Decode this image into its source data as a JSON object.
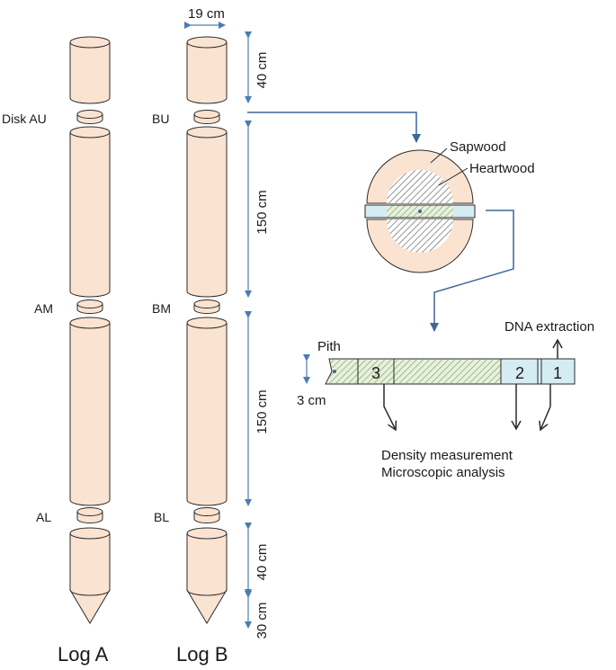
{
  "logs": [
    {
      "label": "Log A",
      "disks": {
        "upper": "Disk AU",
        "middle": "AM",
        "lower": "AL"
      }
    },
    {
      "label": "Log B",
      "disks": {
        "upper": "BU",
        "middle": "BM",
        "lower": "BL"
      }
    }
  ],
  "dimensions": {
    "diameter": "19 cm",
    "top_segment": "40 cm",
    "upper_segment": "150 cm",
    "lower_segment": "150 cm",
    "base_segment": "40 cm",
    "cone": "30 cm"
  },
  "disk_detail": {
    "sapwood": "Sapwood",
    "heartwood": "Heartwood"
  },
  "strip": {
    "pith": "Pith",
    "width": "3 cm",
    "sections": [
      "3",
      "2",
      "1"
    ],
    "dna": "DNA extraction",
    "uses": [
      "Density measurement",
      "Microscopic analysis"
    ]
  },
  "colors": {
    "wood": "#fbe3d1",
    "strip": "#d6ecf3",
    "arrow": "#3f6796",
    "dimension": "#4a7db3"
  }
}
